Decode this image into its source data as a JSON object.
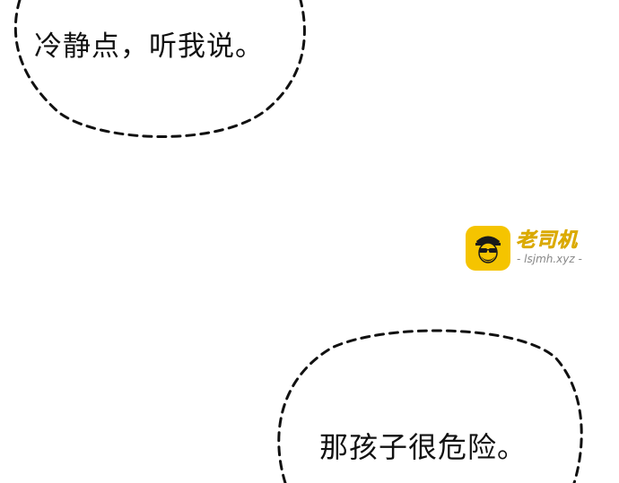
{
  "bubbles": [
    {
      "text": "冷静点，听我说。"
    },
    {
      "text": "那孩子很危险。"
    }
  ],
  "watermark": {
    "title": "老司机",
    "url": "- lsjmh.xyz -",
    "logo_icon": "driver-face-icon",
    "colors": {
      "logo_bg": "#f5c400",
      "title": "#f5c400",
      "url": "#888888"
    }
  },
  "colors": {
    "background": "#ffffff",
    "bubble_outline": "#111111",
    "text": "#111111"
  }
}
